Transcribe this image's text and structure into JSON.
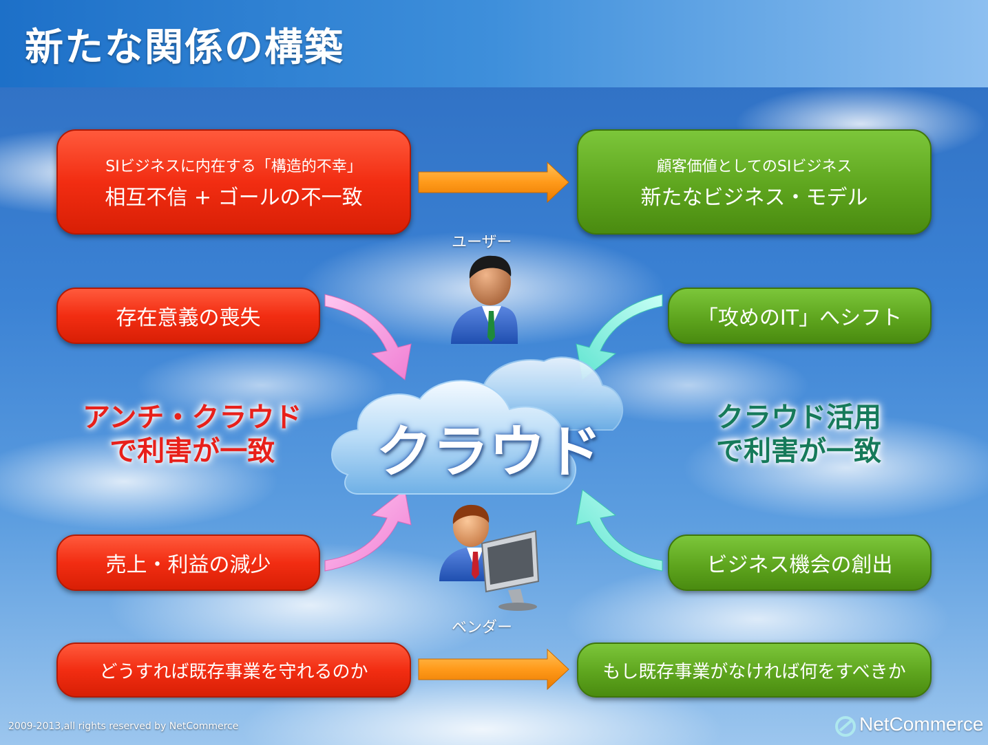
{
  "header": {
    "title": "新たな関係の構築"
  },
  "top_left": {
    "line1": "SIビジネスに内在する「構造的不幸」",
    "line2": "相互不信 + ゴールの不一致"
  },
  "top_right": {
    "line1": "顧客価値としてのSIビジネス",
    "line2": "新たなビジネス・モデル"
  },
  "left_upper": {
    "label": "存在意義の喪失"
  },
  "left_lower": {
    "label": "売上・利益の減少"
  },
  "right_upper": {
    "label": "「攻めのIT」へシフト"
  },
  "right_lower": {
    "label": "ビジネス機会の創出"
  },
  "bottom_left": {
    "label": "どうすれば既存事業を守れるのか"
  },
  "bottom_right": {
    "label": "もし既存事業がなければ何をすべきか"
  },
  "center": {
    "label": "クラウド"
  },
  "anti_cloud": {
    "line1": "アンチ・クラウド",
    "line2": "で利害が一致"
  },
  "use_cloud": {
    "line1": "クラウド活用",
    "line2": "で利害が一致"
  },
  "roles": {
    "user": "ユーザー",
    "vendor": "ベンダー"
  },
  "footer": {
    "copyright": "2009-2013,all rights reserved by NetCommerce",
    "logo": "NetCommerce"
  },
  "colors": {
    "red": "#f22d12",
    "green": "#5ea51e",
    "pink_arrow": "#f7a0e0",
    "cyan_arrow": "#8ff0e0",
    "orange_arrow": "#ff9a1a"
  }
}
